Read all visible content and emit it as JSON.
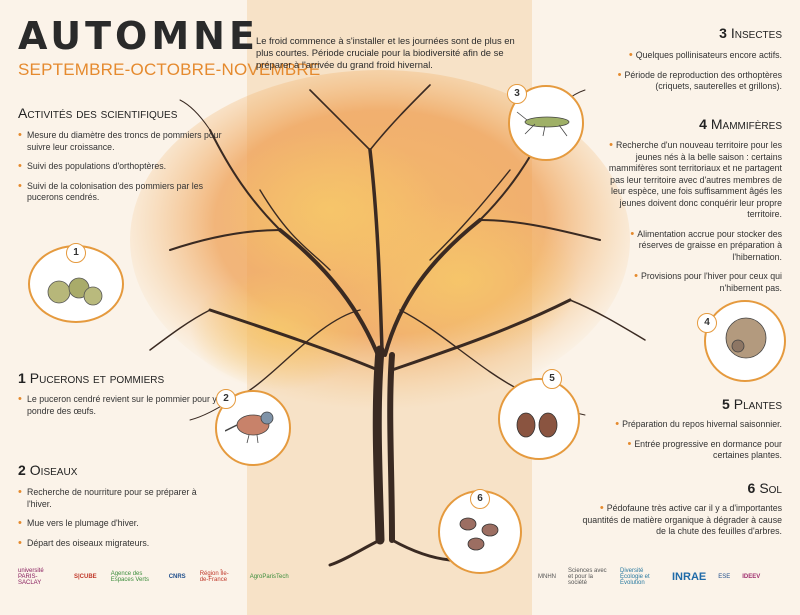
{
  "title": "Automne",
  "subtitle": "Septembre-Octobre-Novembre",
  "intro": "Le froid commence à s'installer et les journées sont de plus en plus courtes. Période cruciale pour la biodiversité afin de se préparer à l'arrivée du grand froid hivernal.",
  "scientists": {
    "heading": "Activités des scientifiques",
    "items": [
      "Mesure du diamètre des troncs de pommiers pour suivre leur croissance.",
      "Suivi des populations d'orthoptères.",
      "Suivi de la colonisation des pommiers par les pucerons cendrés."
    ]
  },
  "sections": {
    "s1": {
      "num": "1",
      "title": "Pucerons et pommiers",
      "items": [
        "Le puceron cendré revient sur le pommier pour y pondre des œufs."
      ]
    },
    "s2": {
      "num": "2",
      "title": "Oiseaux",
      "items": [
        "Recherche de nourriture pour se préparer à l'hiver.",
        "Mue vers le plumage d'hiver.",
        "Départ des oiseaux migrateurs."
      ]
    },
    "s3": {
      "num": "3",
      "title": "Insectes",
      "items": [
        "Quelques pollinisateurs encore actifs.",
        "Période de reproduction des orthoptères (criquets, sauterelles et grillons)."
      ]
    },
    "s4": {
      "num": "4",
      "title": "Mammifères",
      "items": [
        "Recherche d'un nouveau territoire pour les jeunes nés à la belle saison : certains mammifères sont territoriaux et ne partagent pas leur territoire avec d'autres membres de leur espèce, une fois suffisamment âgés les jeunes doivent donc conquérir leur propre territoire.",
        "Alimentation accrue pour stocker des réserves de graisse en préparation à l'hibernation.",
        "Provisions pour l'hiver pour ceux qui n'hibernent pas."
      ]
    },
    "s5": {
      "num": "5",
      "title": "Plantes",
      "items": [
        "Préparation du repos hivernal saisonnier.",
        "Entrée progressive en dormance pour certaines plantes."
      ]
    },
    "s6": {
      "num": "6",
      "title": "Sol",
      "items": [
        "Pédofaune très active car il y a d'importantes quantités de matière organique à dégrader à cause de la chute des feuilles d'arbres."
      ]
    }
  },
  "badges": [
    "1",
    "2",
    "3",
    "4",
    "5",
    "6"
  ],
  "logos_left": [
    "université PARIS-SACLAY",
    "S|CUBE",
    "Agence des Espaces Verts",
    "CNRS",
    "Région Île-de-France",
    "AgroParisTech"
  ],
  "logos_right": [
    "MNHN",
    "Sciences avec et pour la société",
    "Diversité Écologie et Évolution",
    "INRAE",
    "ESE",
    "IDEEV"
  ],
  "colors": {
    "accent": "#e58a2e",
    "band": "#f7e2c7",
    "background": "#fbf3e9"
  }
}
